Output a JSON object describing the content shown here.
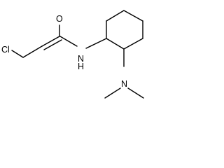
{
  "molecule": {
    "atoms": {
      "chlorine": "Cl",
      "oxygen": "O",
      "amide_nitrogen": "H\nN",
      "amine_nitrogen": "N"
    }
  }
}
